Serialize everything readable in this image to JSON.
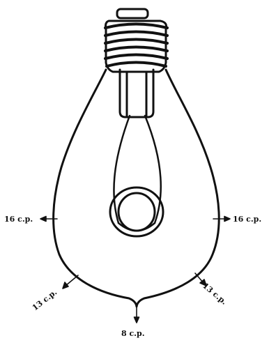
{
  "figure": {
    "labels": {
      "left_side": "16 c.p.",
      "right_side": "16 c.p.",
      "lower_left": "13 c.p.",
      "lower_right": "13 c.p.",
      "bottom": "8 c.p."
    }
  },
  "colors": {
    "ink": "#111111",
    "background": "#ffffff"
  }
}
